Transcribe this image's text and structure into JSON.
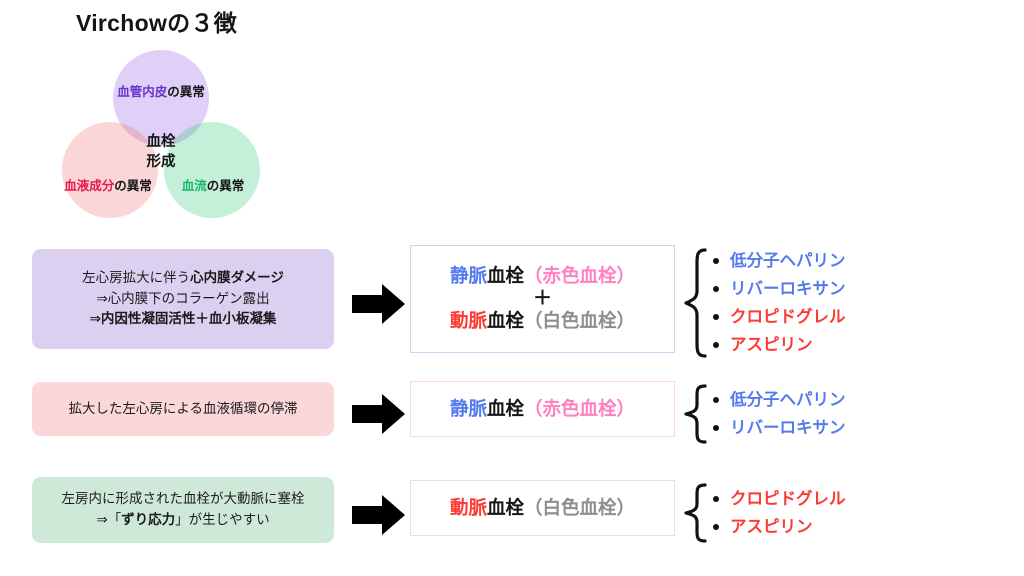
{
  "title": "Virchowの３徴",
  "venn": {
    "center_line1": "血栓",
    "center_line2": "形成",
    "circles": [
      {
        "label": "血管内皮",
        "suffix": "の異常",
        "color": "#6633cc",
        "fill": "#d9ccf2"
      },
      {
        "label": "血液成分",
        "suffix": "の異常",
        "color": "#e8174b",
        "fill": "#fbd9d9"
      },
      {
        "label": "血流",
        "suffix": "の異常",
        "color": "#13b866",
        "fill": "#cfeede"
      }
    ]
  },
  "rows": [
    {
      "cause": {
        "bg": "#dcd0f0",
        "lines": [
          {
            "plain": "左心房拡大に伴う",
            "bold": "心内膜ダメージ",
            "all_bold": false
          },
          {
            "plain": "⇒心内膜下のコラーゲン露出",
            "bold": "",
            "all_bold": false
          },
          {
            "plain": "⇒内因性凝固活性＋血小板凝集",
            "bold": "",
            "all_bold": true
          }
        ]
      },
      "arrow": "right-arrow",
      "result": {
        "border": "#d8cdf0",
        "lines": [
          {
            "accent": "静脈",
            "accent_color": "#5579ee",
            "mid": "血栓",
            "paren": "（赤色血栓）",
            "paren_color": "#ff7fc0"
          },
          {
            "plus": "＋"
          },
          {
            "accent": "動脈",
            "accent_color": "#fb3b33",
            "mid": "血栓",
            "paren": "（白色血栓）",
            "paren_color": "#8e8e8e"
          }
        ]
      },
      "drugs": [
        {
          "name": "低分子ヘパリン",
          "color": "#5579ee"
        },
        {
          "name": "リバーロキサン",
          "color": "#5579ee"
        },
        {
          "name": "クロピドグレル",
          "color": "#fb3b33"
        },
        {
          "name": "アスピリン",
          "color": "#fb3b33"
        }
      ]
    },
    {
      "cause": {
        "bg": "#fbd7d9",
        "lines": [
          {
            "plain": "拡大した左心房による血液循環の停滞",
            "bold": "",
            "all_bold": false
          }
        ]
      },
      "arrow": "right-arrow",
      "result": {
        "border": "#fbd7dd",
        "lines": [
          {
            "accent": "静脈",
            "accent_color": "#5579ee",
            "mid": "血栓",
            "paren": "（赤色血栓）",
            "paren_color": "#ff7fc0"
          }
        ]
      },
      "drugs": [
        {
          "name": "低分子ヘパリン",
          "color": "#5579ee"
        },
        {
          "name": "リバーロキサン",
          "color": "#5579ee"
        }
      ]
    },
    {
      "cause": {
        "bg": "#cfe9d9",
        "lines": [
          {
            "plain": "左房内に形成された血栓が大動脈に塞栓",
            "bold": "",
            "all_bold": false
          },
          {
            "plain": "⇒「ずり応力」が生じやすい",
            "bold": "ずり応力",
            "all_bold": false
          }
        ]
      },
      "arrow": "right-arrow",
      "result": {
        "border": "#cfe9dc",
        "lines": [
          {
            "accent": "動脈",
            "accent_color": "#fb3b33",
            "mid": "血栓",
            "paren": "（白色血栓）",
            "paren_color": "#8e8e8e"
          }
        ]
      },
      "drugs": [
        {
          "name": "クロピドグレル",
          "color": "#fb3b33"
        },
        {
          "name": "アスピリン",
          "color": "#fb3b33"
        }
      ]
    }
  ]
}
